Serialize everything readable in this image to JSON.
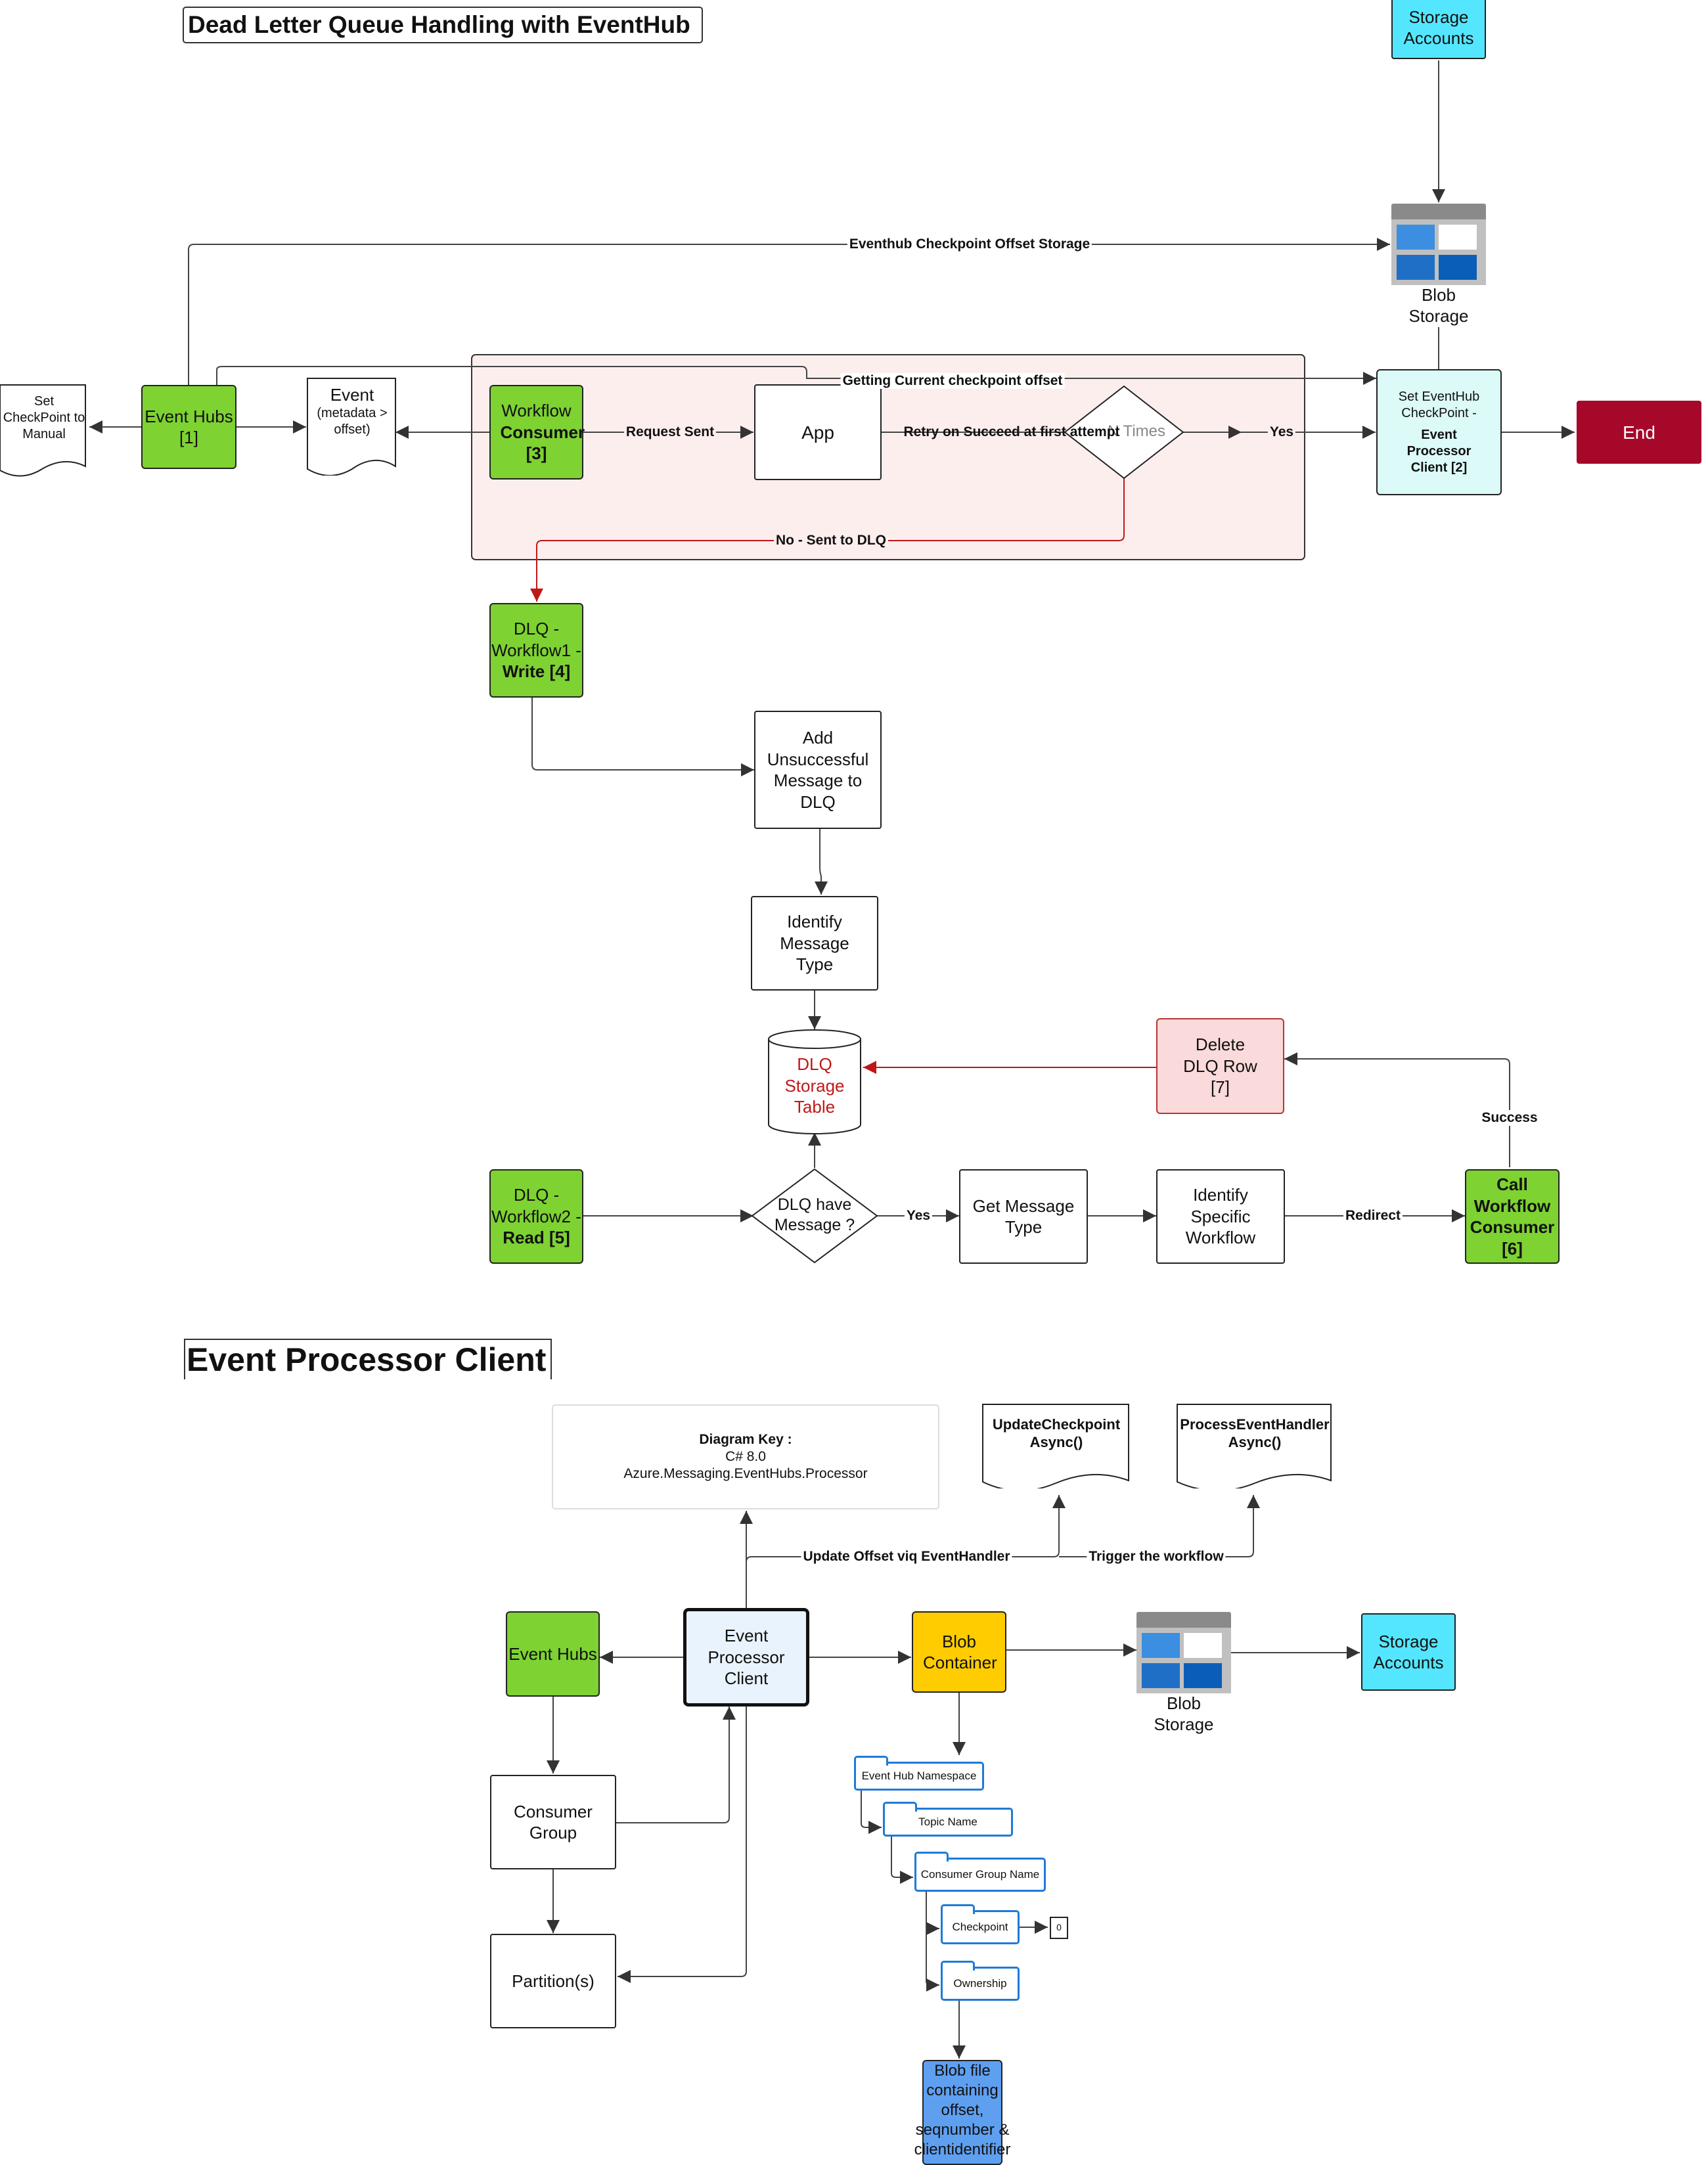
{
  "title_dlq": "Dead Letter Queue Handling with EventHub",
  "title_epc": "Event Processor Client",
  "top": {
    "storage_accounts": "Storage Accounts",
    "blob_storage": "Blob Storage",
    "set_checkpoint_manual": "Set CheckPoint to Manual",
    "event_hubs": "Event Hubs [1]",
    "event_meta_title": "Event",
    "event_meta_sub": "(metadata > offset)",
    "workflow_consumer_a": "Workflow",
    "workflow_consumer_b": "Consumer [3]",
    "app": "App",
    "retry_diamond": "N Times",
    "set_eventhub_a": "Set EventHub CheckPoint -",
    "set_eventhub_b": "Event Processor Client [2]",
    "end": "End",
    "dlq_write_a": "DLQ - Workflow1 -",
    "dlq_write_b": "Write [4]",
    "add_unsuccessful": "Add Unsuccessful Message to DLQ",
    "identify_type": "Identify Message Type",
    "dlq_storage": "DLQ Storage Table",
    "delete_row": "Delete DLQ Row [7]",
    "dlq_read_a": "DLQ - Workflow2 -",
    "dlq_read_b": "Read [5]",
    "dlq_have": "DLQ have Message ?",
    "get_type": "Get Message Type",
    "identify_workflow": "Identify Specific Workflow",
    "call_workflow": "Call Workflow Consumer [6]"
  },
  "edges": {
    "checkpoint_offset": "Eventhub Checkpoint Offset Storage",
    "getting_current": "Getting Current checkpoint offset",
    "request_sent": "Request Sent",
    "retry": "Retry on Succeed at first attempt",
    "yes": "Yes",
    "no_dlq": "No - Sent to DLQ",
    "yes2": "Yes",
    "redirect": "Redirect",
    "success": "Success",
    "update_offset": "Update Offset viq EventHandler",
    "trigger": "Trigger the workflow"
  },
  "bottom": {
    "key_title": "Diagram Key :",
    "key_line1": "C# 8.0",
    "key_line2": "Azure.Messaging.EventHubs.Processor",
    "update_checkpoint": "UpdateCheckpoint Async()",
    "process_handler": "ProcessEventHandler Async()",
    "event_hubs": "Event Hubs",
    "epc": "Event Processor Client",
    "blob_container": "Blob Container",
    "blob_storage": "Blob Storage",
    "storage_accounts": "Storage Accounts",
    "consumer_group": "Consumer Group",
    "partitions": "Partition(s)",
    "f_namespace": "Event Hub Namespace",
    "f_topic": "Topic Name",
    "f_cgroup": "Consumer Group Name",
    "f_checkpoint": "Checkpoint",
    "f_ownership": "Ownership",
    "zero": "0",
    "blob_file": "Blob file containing offset, seqnumber & clientidentifier"
  },
  "colors": {
    "green": "#7ed232",
    "cyan": "#55e6ff",
    "end_red": "#a6082a",
    "pink_region": "#fdeeee",
    "blob_blue": "#1f7ad6"
  }
}
